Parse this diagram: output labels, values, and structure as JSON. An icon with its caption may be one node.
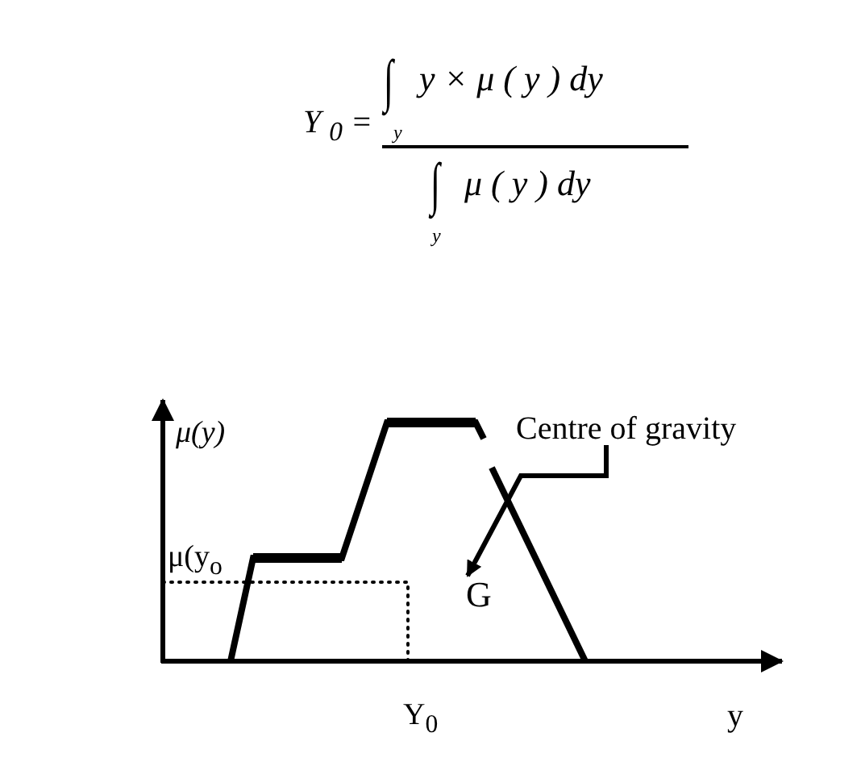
{
  "diagram": {
    "nodes": [
      {
        "text": [
          "G"
        ]
      },
      {
        "text": [
          "Centre of gravity"
        ]
      }
    ],
    "edges": [
      {
        "from": 1,
        "to": 0,
        "arrow": "to"
      }
    ],
    "labels": [
      "Y $_{0}$ =",
      "∫",
      "y × μ ( y ) dy",
      "y",
      "∫",
      "μ ( y ) dy",
      "y",
      "μ(y)",
      "μ(y$_{o}$",
      "Y$_{0}$",
      "y"
    ]
  }
}
